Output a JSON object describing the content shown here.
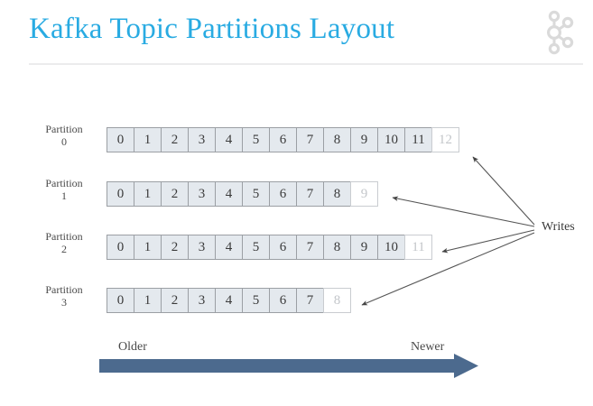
{
  "header": {
    "title": "Kafka Topic Partitions Layout",
    "logo_icon": "kafka-logo-icon",
    "accent_color": "#29abe2",
    "divider_color": "#ececed"
  },
  "diagram": {
    "writes_label": "Writes",
    "older_label": "Older",
    "newer_label": "Newer",
    "time_arrow_color": "#4c6a8e",
    "cell_fill_color": "#e4e9ee",
    "cell_border_color": "#9b9fa4",
    "empty_cell_fill_color": "#ffffff",
    "empty_cell_text_color": "#c3c6ca",
    "partitions": [
      {
        "name": "Partition",
        "index": "0",
        "filled": [
          "0",
          "1",
          "2",
          "3",
          "4",
          "5",
          "6",
          "7",
          "8",
          "9",
          "10",
          "11"
        ],
        "next_offset": "12"
      },
      {
        "name": "Partition",
        "index": "1",
        "filled": [
          "0",
          "1",
          "2",
          "3",
          "4",
          "5",
          "6",
          "7",
          "8"
        ],
        "next_offset": "9"
      },
      {
        "name": "Partition",
        "index": "2",
        "filled": [
          "0",
          "1",
          "2",
          "3",
          "4",
          "5",
          "6",
          "7",
          "8",
          "9",
          "10"
        ],
        "next_offset": "11"
      },
      {
        "name": "Partition",
        "index": "3",
        "filled": [
          "0",
          "1",
          "2",
          "3",
          "4",
          "5",
          "6",
          "7"
        ],
        "next_offset": "8"
      }
    ]
  }
}
